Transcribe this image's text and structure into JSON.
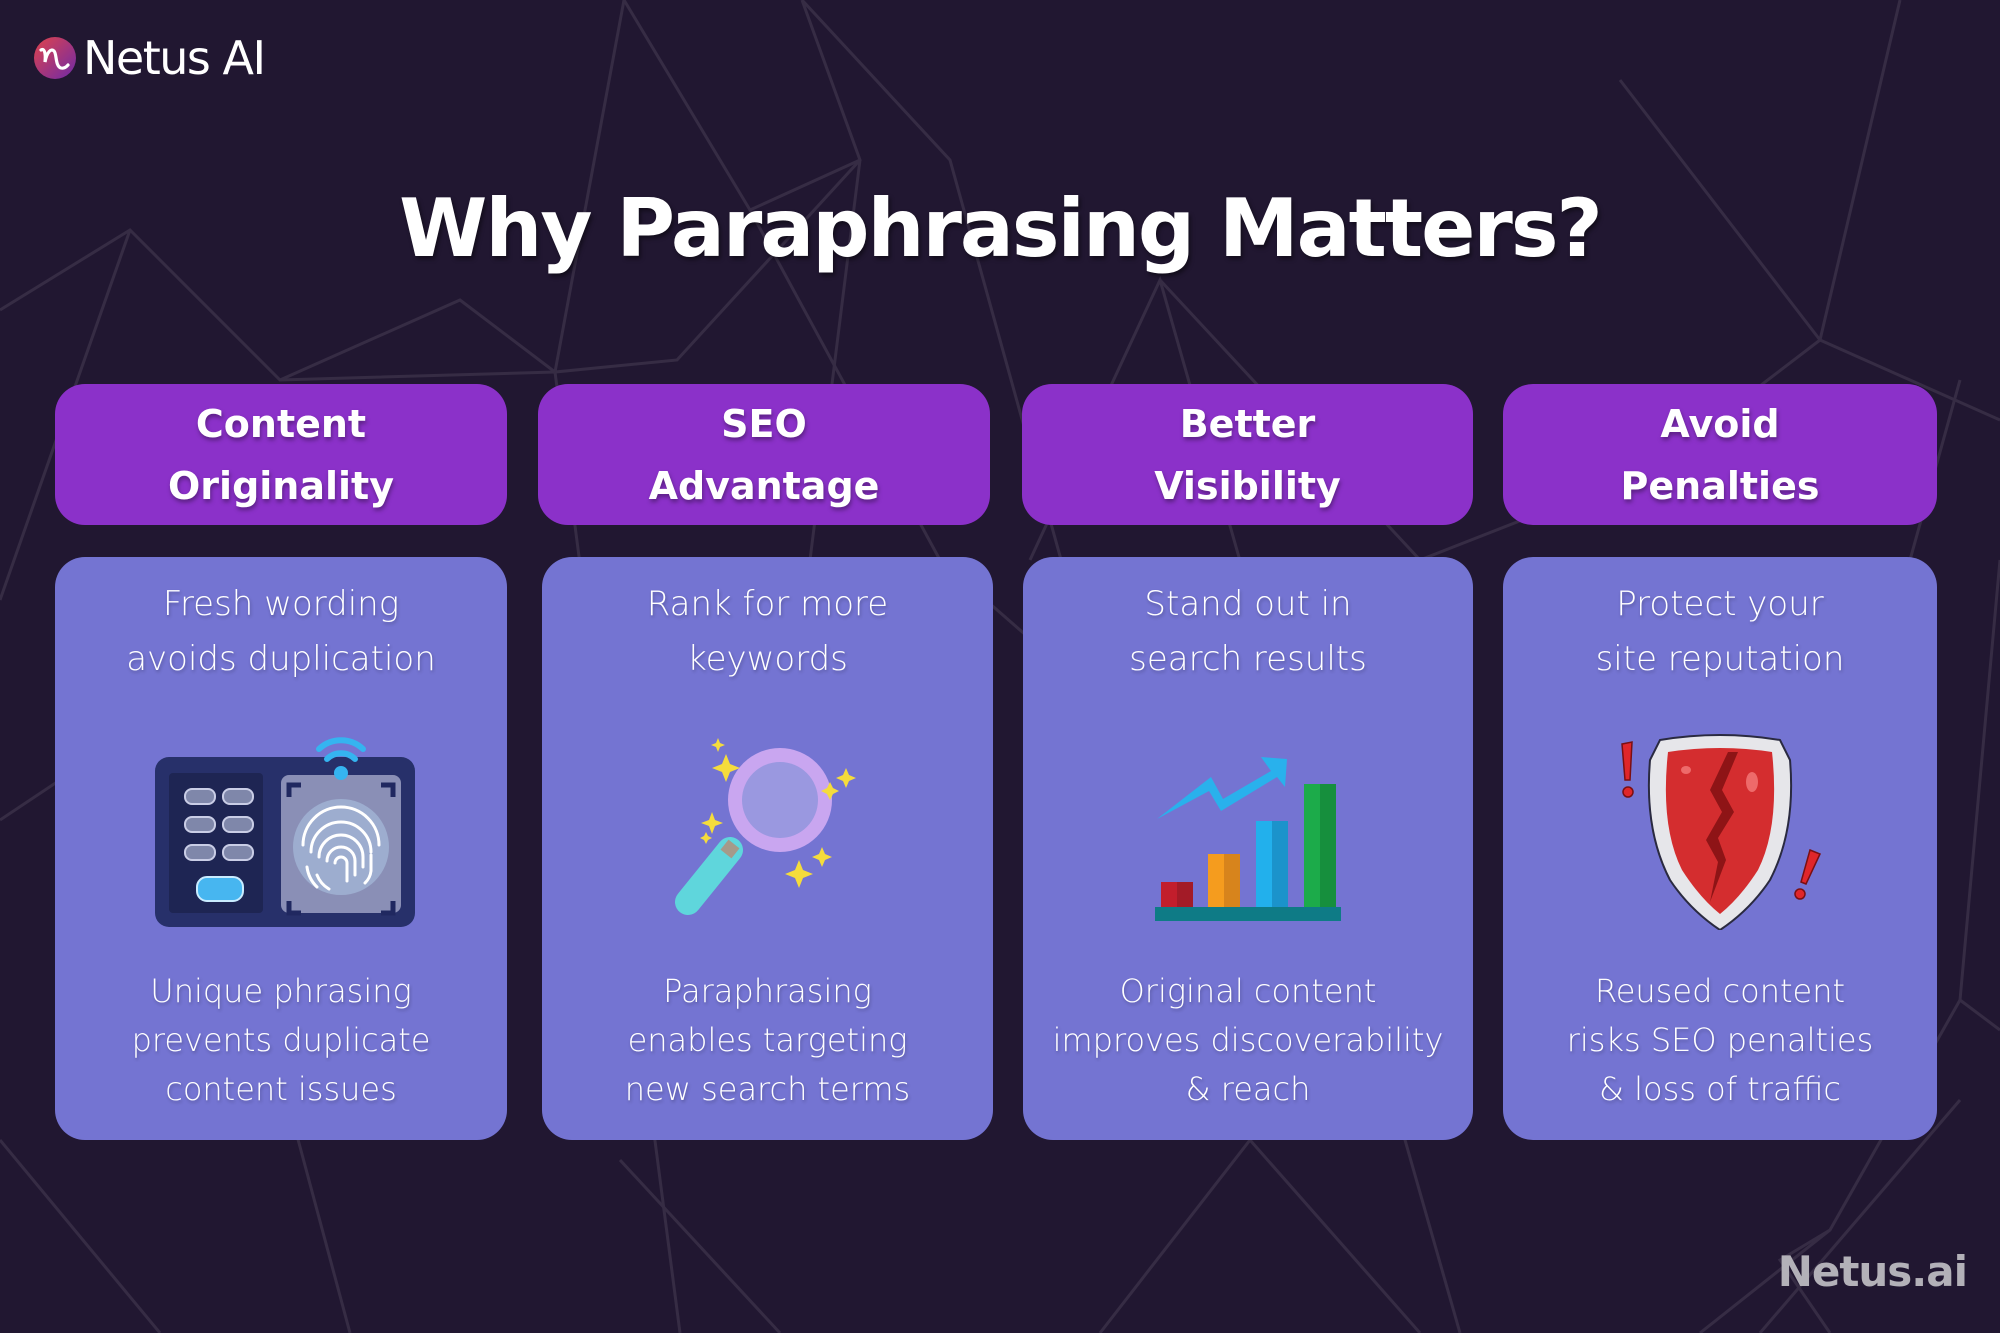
{
  "brand": {
    "logo_text": "Netus AI",
    "watermark": "Netus.ai",
    "logo_icon": "netus-n-logo-icon"
  },
  "title": "Why Paraphrasing Matters?",
  "colors": {
    "background": "#211731",
    "header_fill": "#8b31c9",
    "body_fill": "#7474d2",
    "watermark": "#b3b1b8"
  },
  "cards": [
    {
      "header": [
        "Content",
        "Originality"
      ],
      "top_text": [
        "Fresh wording",
        "avoids duplication"
      ],
      "icon": "fingerprint-scanner-icon",
      "bottom_text": [
        "Unique phrasing",
        "prevents duplicate",
        "content issues"
      ]
    },
    {
      "header": [
        "SEO",
        "Advantage"
      ],
      "top_text": [
        "Rank for more",
        "keywords"
      ],
      "icon": "magnifying-glass-icon",
      "bottom_text": [
        "Paraphrasing",
        "enables targeting",
        "new search terms"
      ]
    },
    {
      "header": [
        "Better",
        "Visibility"
      ],
      "top_text": [
        "Stand out in",
        "search results"
      ],
      "icon": "growth-bar-chart-icon",
      "bottom_text": [
        "Original content",
        "improves discoverability",
        "& reach"
      ]
    },
    {
      "header": [
        "Avoid",
        "Penalties"
      ],
      "top_text": [
        "Protect your",
        "site reputation"
      ],
      "icon": "broken-shield-warning-icon",
      "bottom_text": [
        "Reused content",
        "risks SEO penalties",
        "& loss of traffic"
      ]
    }
  ]
}
